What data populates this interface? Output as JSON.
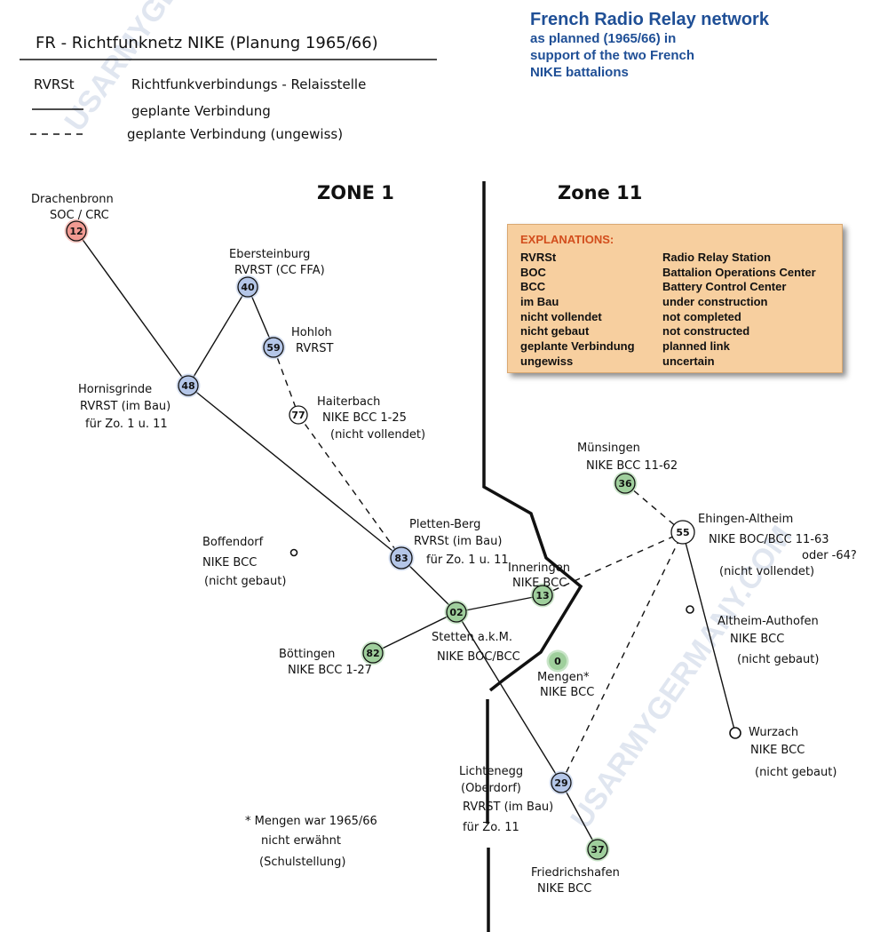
{
  "title": {
    "main": "French Radio Relay network",
    "lines": [
      "as planned (1965/66) in",
      "support of the two French",
      "NIKE battalions"
    ]
  },
  "sketch_header": {
    "title": "FR - Richtfunknetz NIKE (Planung 1965/66)",
    "legend": [
      {
        "key": "RVRSt",
        "desc": "Richtfunkverbindungs - Relaisstelle"
      },
      {
        "key": "solid-line",
        "desc": "geplante Verbindung"
      },
      {
        "key": "dashed-line",
        "desc": "geplante Verbindung (ungewiss)"
      }
    ]
  },
  "zones": {
    "zone1": "ZONE 1",
    "zone2": "Zone 11"
  },
  "explanations": {
    "header": "EXPLANATIONS:",
    "rows": [
      {
        "term": "RVRSt",
        "meaning": "Radio Relay Station"
      },
      {
        "term": "BOC",
        "meaning": "Battalion Operations Center"
      },
      {
        "term": "BCC",
        "meaning": "Battery Control Center"
      },
      {
        "term": "im Bau",
        "meaning": "under construction"
      },
      {
        "term": "nicht vollendet",
        "meaning": "not completed"
      },
      {
        "term": "nicht gebaut",
        "meaning": "not constructed"
      },
      {
        "term": "geplante Verbindung",
        "meaning": "planned link"
      },
      {
        "term": "ungewiss",
        "meaning": "uncertain"
      }
    ]
  },
  "colors": {
    "red_node": "#f29a92",
    "blue_node": "#b4c6e8",
    "green_node": "#9fcf9c",
    "white_node": "#ffffff",
    "title_blue": "#1f4f96",
    "explain_bg": "#f7cf9f",
    "explain_header": "#d24d1c"
  },
  "nodes": [
    {
      "id": "12",
      "label": "12",
      "type": "red",
      "name_lines": [
        "Drachenbronn",
        "SOC / CRC"
      ]
    },
    {
      "id": "40",
      "label": "40",
      "type": "blue",
      "name_lines": [
        "Ebersteinburg",
        "RVRST (CC FFA)"
      ]
    },
    {
      "id": "59",
      "label": "59",
      "type": "blue",
      "name_lines": [
        "Hohloh",
        "RVRST"
      ]
    },
    {
      "id": "48",
      "label": "48",
      "type": "blue",
      "name_lines": [
        "Hornisgrinde",
        "RVRST (im Bau)",
        "für Zo. 1 u. 11"
      ]
    },
    {
      "id": "77",
      "label": "77",
      "type": "white",
      "name_lines": [
        "Haiterbach",
        "NIKE BCC 1-25",
        "(nicht vollendet)"
      ]
    },
    {
      "id": "83",
      "label": "83",
      "type": "blue",
      "name_lines": [
        "Pletten-Berg",
        "RVRSt (im Bau)",
        "für Zo. 1 u. 11"
      ]
    },
    {
      "id": "13",
      "label": "13",
      "type": "green",
      "name_lines": [
        "Inneringen",
        "NIKE BCC"
      ]
    },
    {
      "id": "02",
      "label": "02",
      "type": "green",
      "name_lines": [
        "Stetten a.k.M.",
        "NIKE BOC/BCC"
      ]
    },
    {
      "id": "82",
      "label": "82",
      "type": "green",
      "name_lines": [
        "Böttingen",
        "NIKE BCC 1-27"
      ]
    },
    {
      "id": "36",
      "label": "36",
      "type": "green",
      "name_lines": [
        "Münsingen",
        "NIKE BCC 11-62"
      ]
    },
    {
      "id": "55",
      "label": "55",
      "type": "white",
      "name_lines": [
        "Ehingen-Altheim",
        "NIKE BOC/BCC 11-63",
        "oder -64?",
        "(nicht vollendet)"
      ]
    },
    {
      "id": "29",
      "label": "29",
      "type": "blue",
      "name_lines": [
        "Lichtenegg",
        "(Oberdorf)",
        "RVRST (im Bau)",
        "für Zo. 11"
      ]
    },
    {
      "id": "37",
      "label": "37",
      "type": "green",
      "name_lines": [
        "Friedrichshafen",
        "NIKE BCC"
      ]
    },
    {
      "id": "mengen",
      "label": "0",
      "type": "green",
      "name_lines": [
        "Mengen*",
        "NIKE BCC"
      ]
    },
    {
      "id": "boffendorf",
      "label": "",
      "type": "small",
      "name_lines": [
        "Boffendorf",
        "NIKE BCC",
        "(nicht gebaut)"
      ]
    },
    {
      "id": "altheim",
      "label": "",
      "type": "small",
      "name_lines": [
        "Altheim-Authofen",
        "NIKE BCC",
        "(nicht gebaut)"
      ]
    },
    {
      "id": "wurzach",
      "label": "",
      "type": "small",
      "name_lines": [
        "Wurzach",
        "NIKE BCC",
        "(nicht gebaut)"
      ]
    }
  ],
  "links": [
    {
      "from": "12",
      "to": "48",
      "style": "solid"
    },
    {
      "from": "48",
      "to": "40",
      "style": "solid"
    },
    {
      "from": "40",
      "to": "59",
      "style": "solid"
    },
    {
      "from": "59",
      "to": "77",
      "style": "dashed"
    },
    {
      "from": "77",
      "to": "83",
      "style": "dashed"
    },
    {
      "from": "48",
      "to": "83",
      "style": "solid"
    },
    {
      "from": "83",
      "to": "02",
      "style": "solid"
    },
    {
      "from": "02",
      "to": "13",
      "style": "solid"
    },
    {
      "from": "02",
      "to": "82",
      "style": "solid"
    },
    {
      "from": "02",
      "to": "29",
      "style": "solid"
    },
    {
      "from": "29",
      "to": "37",
      "style": "solid"
    },
    {
      "from": "13",
      "to": "55",
      "style": "dashed"
    },
    {
      "from": "36",
      "to": "55",
      "style": "dashed"
    },
    {
      "from": "29",
      "to": "55",
      "style": "dashed"
    },
    {
      "from": "55",
      "to": "wurzach",
      "style": "solid"
    }
  ],
  "footnote": [
    "* Mengen war 1965/66",
    "nicht erwähnt",
    "(Schulstellung)"
  ],
  "watermark": "USARMYGERMANY.COM"
}
